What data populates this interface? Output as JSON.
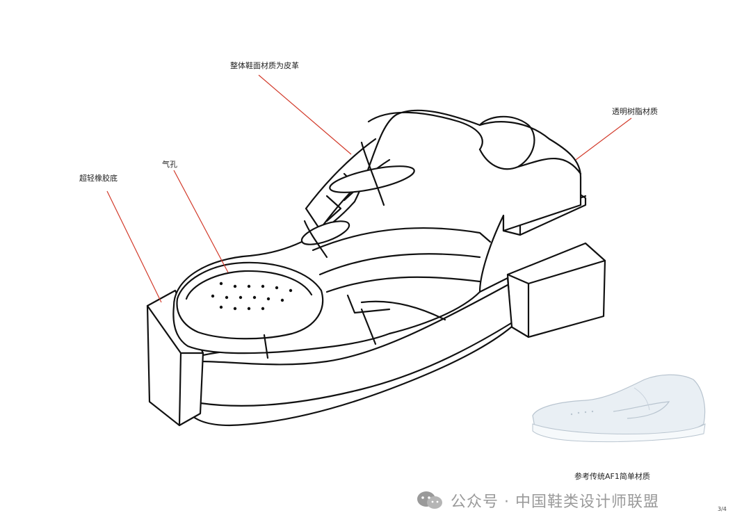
{
  "annotations": {
    "upper_material": "整体鞋面材质为皮革",
    "heel_material": "透明树脂材质",
    "air_holes": "气孔",
    "sole_material": "超轻橡胶底"
  },
  "reference_caption": "参考传统AF1简单材质",
  "watermark": "公众号 · 中国鞋类设计师联盟",
  "page_number": "3/4",
  "colors": {
    "outline": "#111111",
    "leader_line": "#d23a2a",
    "reference_shoe": "#e9eff4",
    "watermark": "#9a9a9a"
  }
}
